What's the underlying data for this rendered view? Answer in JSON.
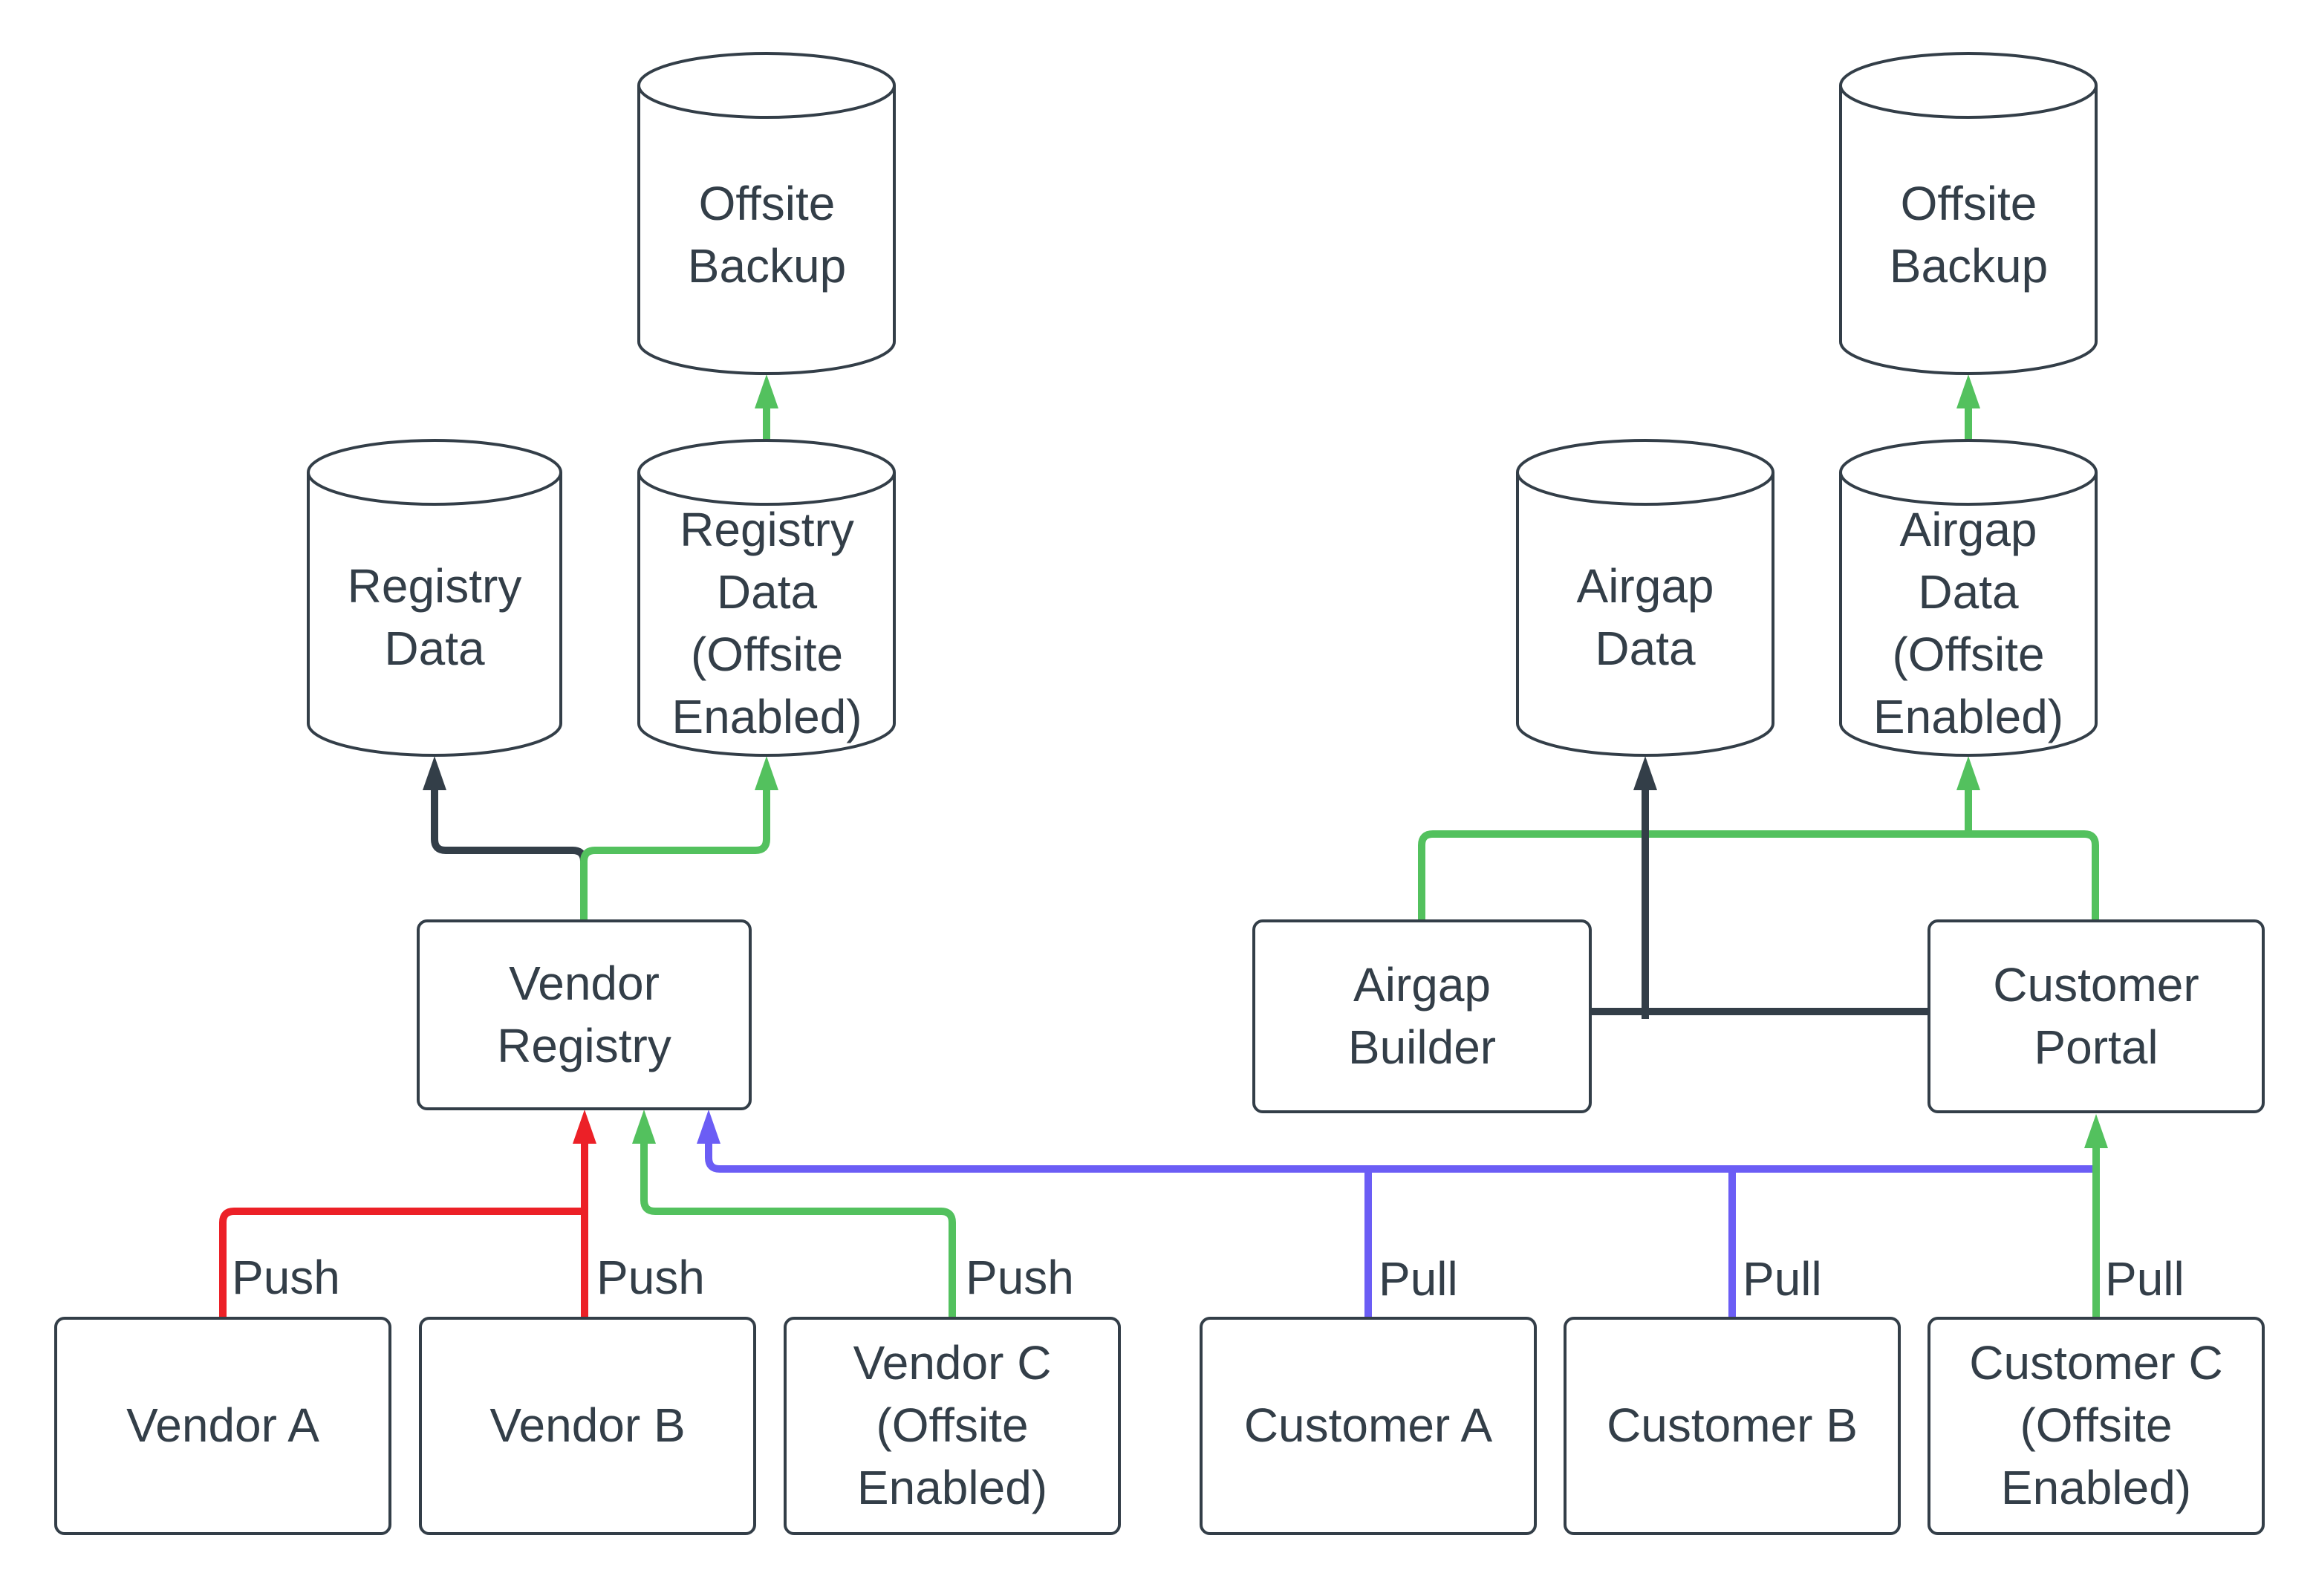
{
  "colors": {
    "dark": "#333E48",
    "green": "#53C15E",
    "red": "#EC2027",
    "blue": "#6B5DF5",
    "background": "#FFFFFF"
  },
  "nodes": {
    "offsite_backup_left": {
      "shape": "cylinder",
      "label": "Offsite\nBackup"
    },
    "registry_data": {
      "shape": "cylinder",
      "label": "Registry\nData"
    },
    "registry_data_offsite": {
      "shape": "cylinder",
      "label": "Registry\nData\n(Offsite\nEnabled)"
    },
    "vendor_registry": {
      "shape": "rect",
      "label": "Vendor\nRegistry"
    },
    "vendor_a": {
      "shape": "rect",
      "label": "Vendor A"
    },
    "vendor_b": {
      "shape": "rect",
      "label": "Vendor B"
    },
    "vendor_c": {
      "shape": "rect",
      "label": "Vendor C\n(Offsite\nEnabled)"
    },
    "offsite_backup_right": {
      "shape": "cylinder",
      "label": "Offsite\nBackup"
    },
    "airgap_data": {
      "shape": "cylinder",
      "label": "Airgap\nData"
    },
    "airgap_data_offsite": {
      "shape": "cylinder",
      "label": "Airgap\nData\n(Offsite\nEnabled)"
    },
    "airgap_builder": {
      "shape": "rect",
      "label": "Airgap\nBuilder"
    },
    "customer_portal": {
      "shape": "rect",
      "label": "Customer\nPortal"
    },
    "customer_a": {
      "shape": "rect",
      "label": "Customer A"
    },
    "customer_b": {
      "shape": "rect",
      "label": "Customer B"
    },
    "customer_c": {
      "shape": "rect",
      "label": "Customer C\n(Offsite\nEnabled)"
    }
  },
  "edge_labels": {
    "push_vendor_a": "Push",
    "push_vendor_b": "Push",
    "push_vendor_c": "Push",
    "pull_customer_a": "Pull",
    "pull_customer_b": "Pull",
    "pull_customer_c": "Pull"
  },
  "edges": [
    {
      "from": "vendor_a",
      "to": "vendor_registry",
      "label": "Push",
      "color": "red"
    },
    {
      "from": "vendor_b",
      "to": "vendor_registry",
      "label": "Push",
      "color": "red"
    },
    {
      "from": "vendor_c",
      "to": "vendor_registry",
      "label": "Push",
      "color": "green"
    },
    {
      "from": "vendor_registry",
      "to": "registry_data",
      "label": "",
      "color": "dark"
    },
    {
      "from": "vendor_registry",
      "to": "registry_data_offsite",
      "label": "",
      "color": "green"
    },
    {
      "from": "registry_data_offsite",
      "to": "offsite_backup_left",
      "label": "",
      "color": "green"
    },
    {
      "from": "customer_a",
      "to": "vendor_registry",
      "label": "Pull",
      "color": "blue"
    },
    {
      "from": "customer_b",
      "to": "vendor_registry",
      "label": "Pull",
      "color": "blue"
    },
    {
      "from": "customer_c",
      "to": "customer_portal",
      "label": "Pull",
      "color": "green"
    },
    {
      "from": "customer_portal",
      "to": "airgap_builder",
      "label": "",
      "color": "dark"
    },
    {
      "from": "airgap_builder",
      "to": "airgap_data",
      "label": "",
      "color": "dark"
    },
    {
      "from": "airgap_builder",
      "to": "airgap_data_offsite",
      "label": "",
      "color": "green"
    },
    {
      "from": "customer_portal",
      "to": "airgap_data_offsite",
      "label": "",
      "color": "green"
    },
    {
      "from": "airgap_data_offsite",
      "to": "offsite_backup_right",
      "label": "",
      "color": "green"
    }
  ]
}
